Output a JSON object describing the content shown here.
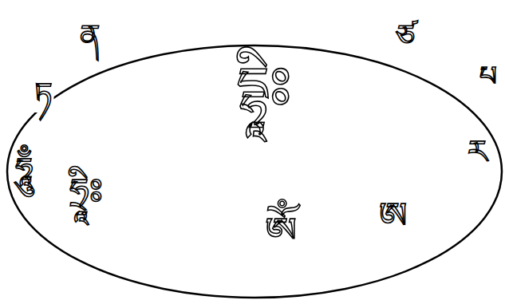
{
  "diagram": {
    "labels": [
      "ཧཱུྃ",
      "ཏ",
      "ན",
      "དྷཱིཿ",
      "ཙ",
      "པ",
      "ར",
      "ཨ",
      "ཨོཾ",
      "ཧྲཱིཿ"
    ]
  }
}
